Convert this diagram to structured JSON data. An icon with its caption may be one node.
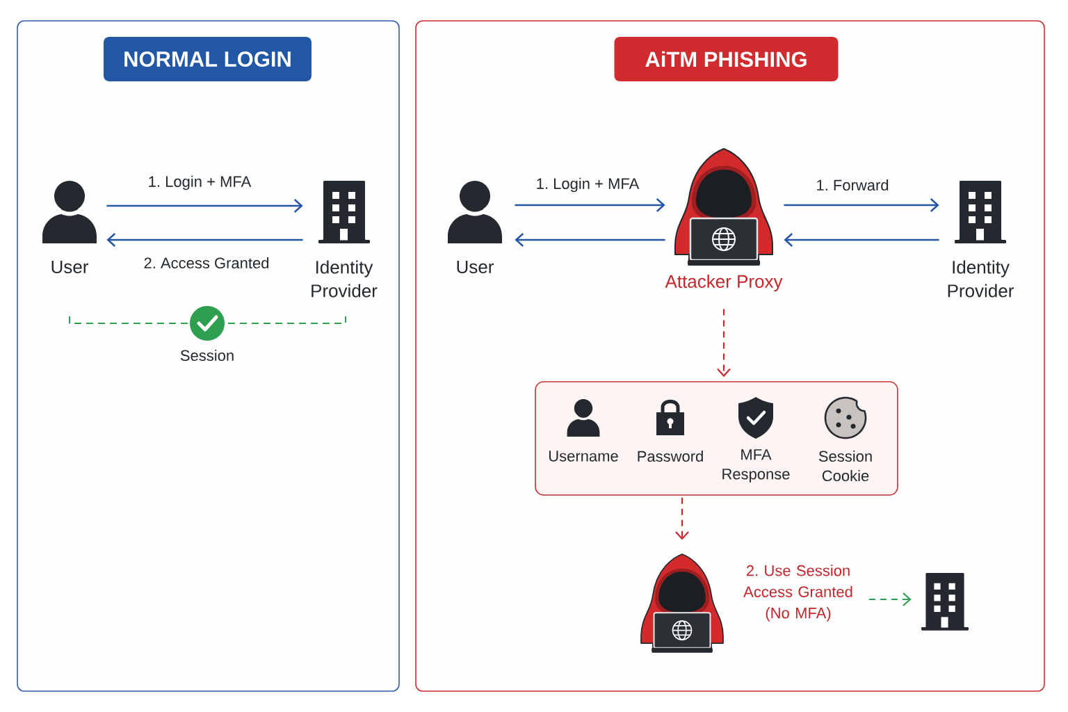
{
  "diagram": {
    "nodes": [
      {
        "text": [],
        "shape": "box"
      },
      {
        "text": [
          "NORMAL LOGIN"
        ],
        "in": 0
      },
      {
        "text": [
          "User"
        ],
        "in": 0
      },
      {
        "text": [
          "Identity Provider"
        ],
        "in": 0
      },
      {
        "text": [],
        "shape": "box"
      },
      {
        "text": [
          "AiTM PHISHING"
        ],
        "in": 4
      },
      {
        "text": [
          "User"
        ],
        "in": 4
      },
      {
        "text": [
          "Attacker Proxy"
        ],
        "in": 4
      },
      {
        "text": [
          "Identity Provider"
        ],
        "in": 4
      },
      {
        "text": [],
        "shape": "box",
        "in": 4
      },
      {
        "text": [
          "Username"
        ],
        "in": 9
      },
      {
        "text": [
          "Password"
        ],
        "in": 9
      },
      {
        "text": [
          "MFA Response"
        ],
        "in": 9
      },
      {
        "text": [
          "Session Cookie"
        ],
        "in": 9
      },
      {
        "text": [],
        "shape": "person",
        "in": 4
      },
      {
        "text": [
          "2. Use Session Access Granted (No MFA)"
        ],
        "in": 4
      },
      {
        "text": [],
        "shape": "building",
        "in": 4
      }
    ],
    "edges": [
      {
        "from": 2,
        "to": 3,
        "arrow": "to",
        "label": "1. Login + MFA"
      },
      {
        "from": 3,
        "to": 2,
        "arrow": "to",
        "label": "2. Access Granted"
      },
      {
        "from": 6,
        "to": 7,
        "arrow": "to",
        "label": "1. Login + MFA"
      },
      {
        "from": 7,
        "to": 6,
        "arrow": "to"
      },
      {
        "from": 7,
        "to": 8,
        "arrow": "to",
        "label": "1. Forward"
      },
      {
        "from": 8,
        "to": 7,
        "arrow": "to"
      },
      {
        "from": 7,
        "to": 9,
        "arrow": "to",
        "style": "dashed",
        "color": "#c9282d"
      },
      {
        "from": 9,
        "to": 14,
        "arrow": "to",
        "style": "dashed",
        "color": "#c9282d"
      },
      {
        "from": 15,
        "to": 16,
        "arrow": "to",
        "style": "dashed",
        "color": "#2e9e4f"
      }
    ],
    "labels": [
      "Session"
    ]
  }
}
